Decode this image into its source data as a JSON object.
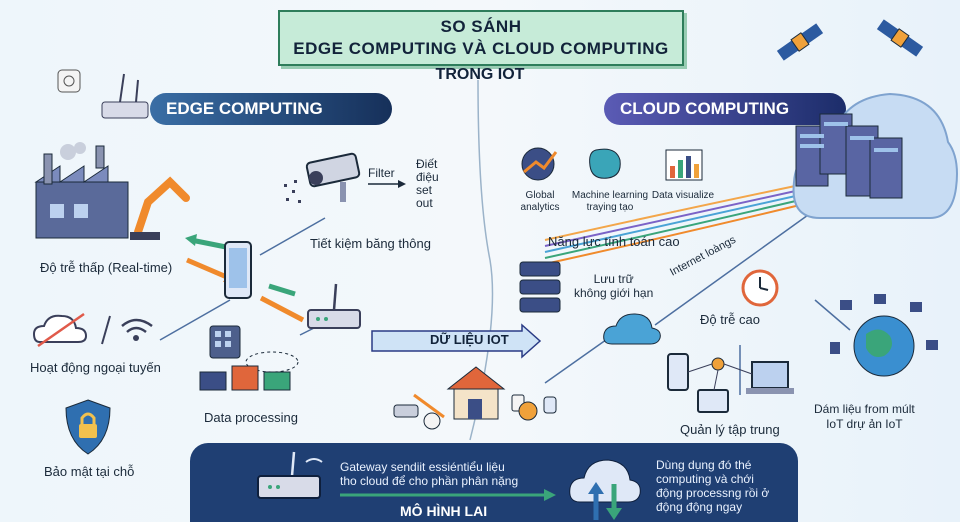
{
  "title": {
    "line1": "SO SÁNH",
    "line2": "EDGE COMPUTING VÀ CLOUD COMPUTING",
    "subtitle": "TRONG IOT"
  },
  "edge": {
    "banner": "EDGE COMPUTING",
    "latency": "Độ trễ thấp (Real-time)",
    "offline": "Hoạt động ngoại tuyến",
    "security": "Bảo mật tại chỗ",
    "processing": "Data processing",
    "bandwidth": "Tiết kiệm băng thông",
    "filter": "Filter",
    "filter_note": [
      "Điết",
      "điệu",
      "set",
      "out"
    ]
  },
  "cloud": {
    "banner": "CLOUD COMPUTING",
    "analytics": [
      "Global",
      "analytics"
    ],
    "ml": [
      "Machine learning",
      "traying tạo"
    ],
    "visualize": "Data visualize",
    "compute": "Năng lực tính toán cao",
    "storage": [
      "Lưu trữ",
      "không giới hạn"
    ],
    "internet": "Internet loàngs",
    "latency": "Độ trễ cao",
    "central": "Quản lý tập trung",
    "multi": [
      "Dám liệu from múlt",
      "IoT drự  ản IoT"
    ]
  },
  "flow": {
    "data_label": "DỮ LIỆU IOT"
  },
  "hybrid": {
    "gateway": [
      "Gateway sendiit essiéntiểu liệu",
      "tho cloud để cho phần phân nặng"
    ],
    "right": [
      "Dùng dụng đó thé",
      "computing và chới",
      "động processng rồi ở",
      "động động ngay"
    ],
    "label": "MÔ HÌNH LAI"
  },
  "colors": {
    "edge_banner": "#1f3f73",
    "cloud_banner": "#2a3b85",
    "title_bg": "#c6ebd8",
    "bottom_bg": "#1f3f73",
    "accent_orange": "#f08a2c",
    "accent_green": "#3aa57a"
  }
}
